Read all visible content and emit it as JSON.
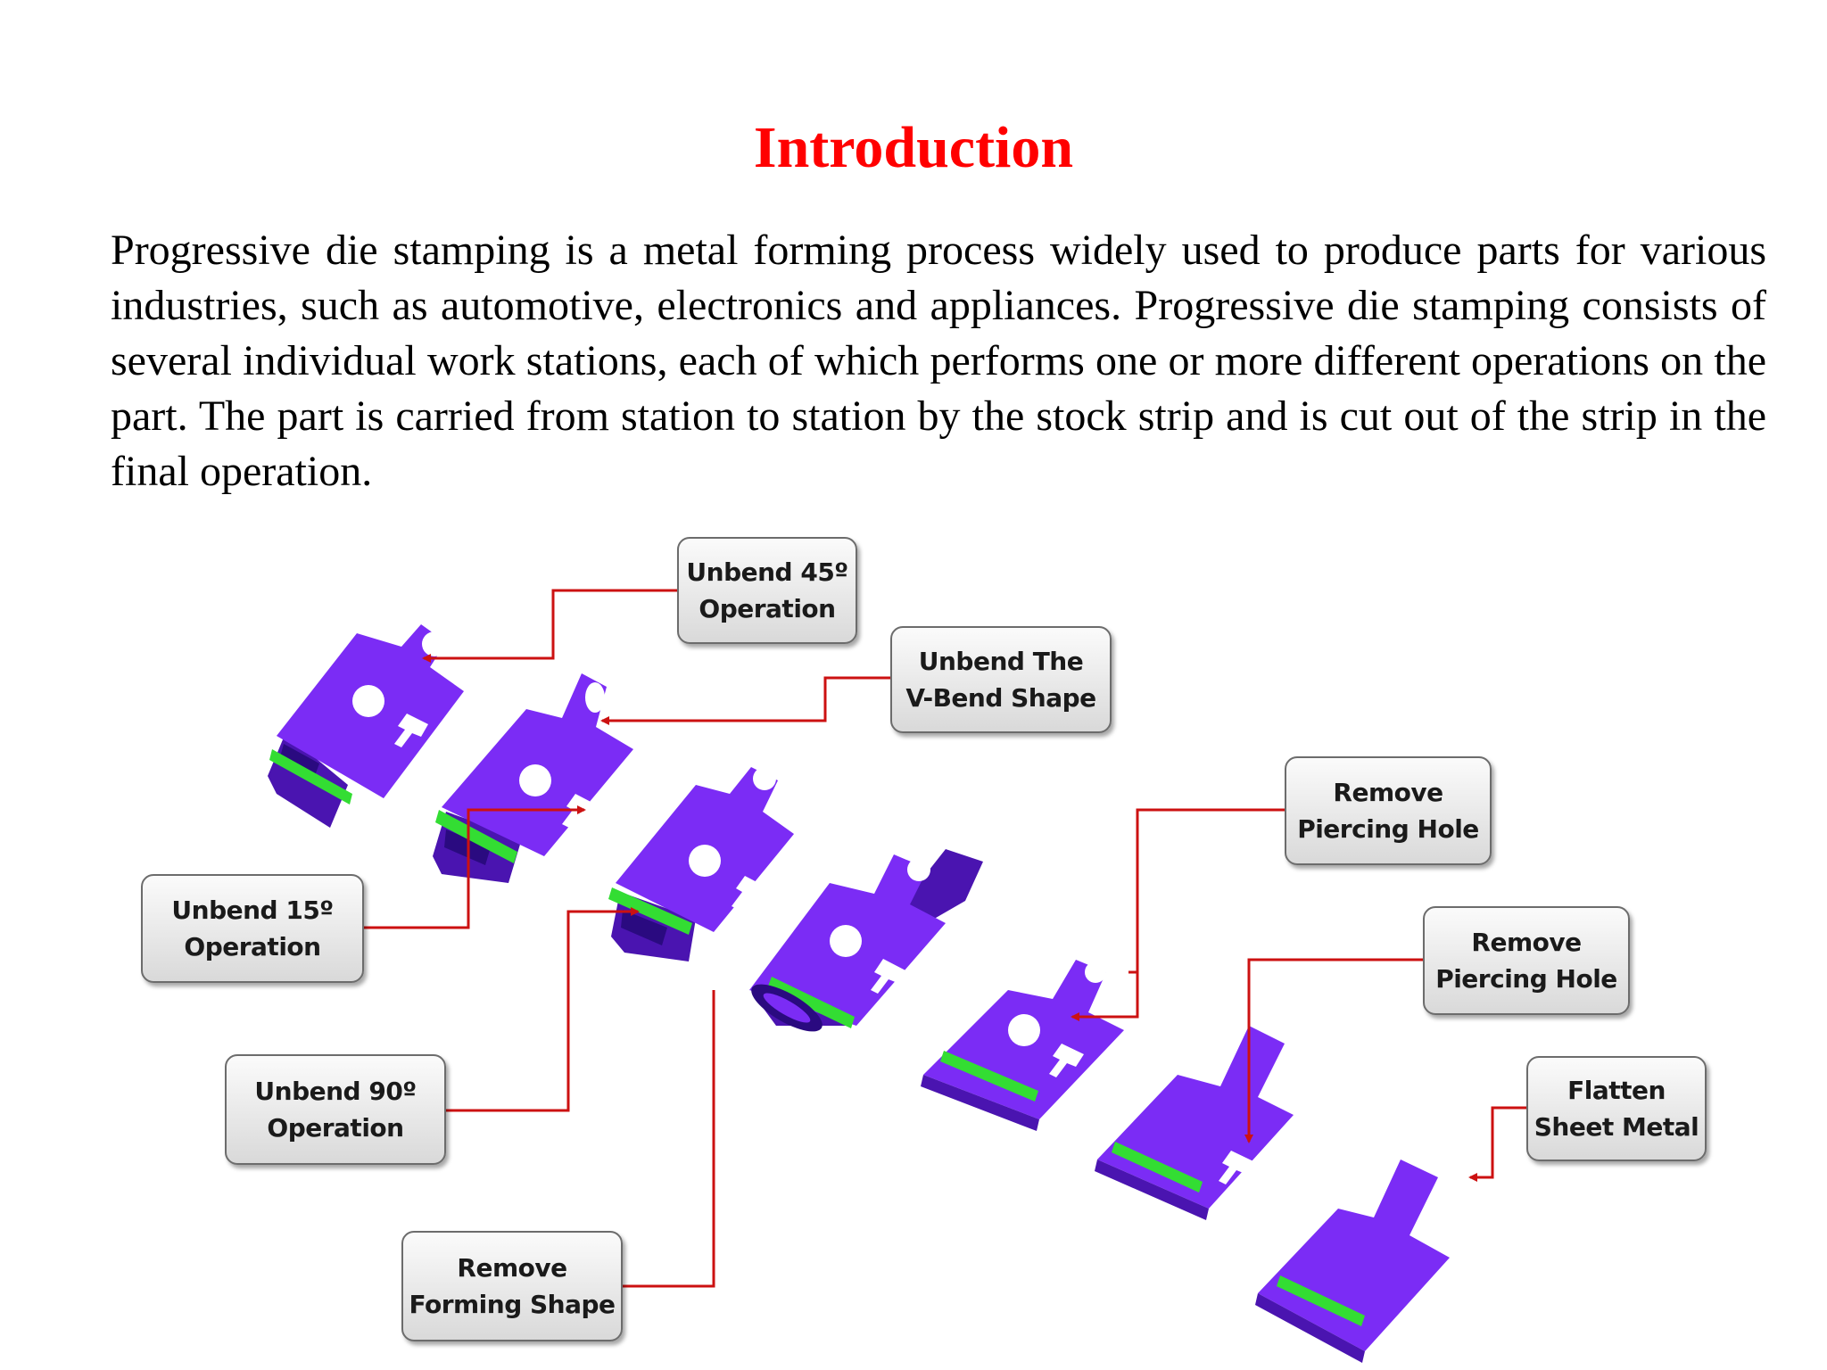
{
  "title": "Introduction",
  "paragraph": "Progressive die stamping is a metal forming process widely used to produce parts for various industries, such as automotive, electronics and appliances. Progressive die stamping consists of several individual work stations, each of which performs one or more different operations on the part. The part is carried from station to station by the stock strip and is cut out of the strip in the final operation.",
  "colors": {
    "title": "#ff0000",
    "part": "#7b2cf5",
    "part_edge": "#4a14b0",
    "band": "#33dd33",
    "leader": "#cc1111"
  },
  "callouts": {
    "unbend_45": {
      "line1": "Unbend 45º",
      "line2": "Operation"
    },
    "unbend_vbend": {
      "line1": "Unbend The",
      "line2": "V-Bend Shape"
    },
    "unbend_15": {
      "line1": "Unbend 15º",
      "line2": "Operation"
    },
    "unbend_90": {
      "line1": "Unbend 90º",
      "line2": "Operation"
    },
    "remove_forming": {
      "line1": "Remove",
      "line2": "Forming Shape"
    },
    "remove_piercing_1": {
      "line1": "Remove",
      "line2": "Piercing Hole"
    },
    "remove_piercing_2": {
      "line1": "Remove",
      "line2": "Piercing Hole"
    },
    "flatten": {
      "line1": "Flatten",
      "line2": "Sheet Metal"
    }
  }
}
